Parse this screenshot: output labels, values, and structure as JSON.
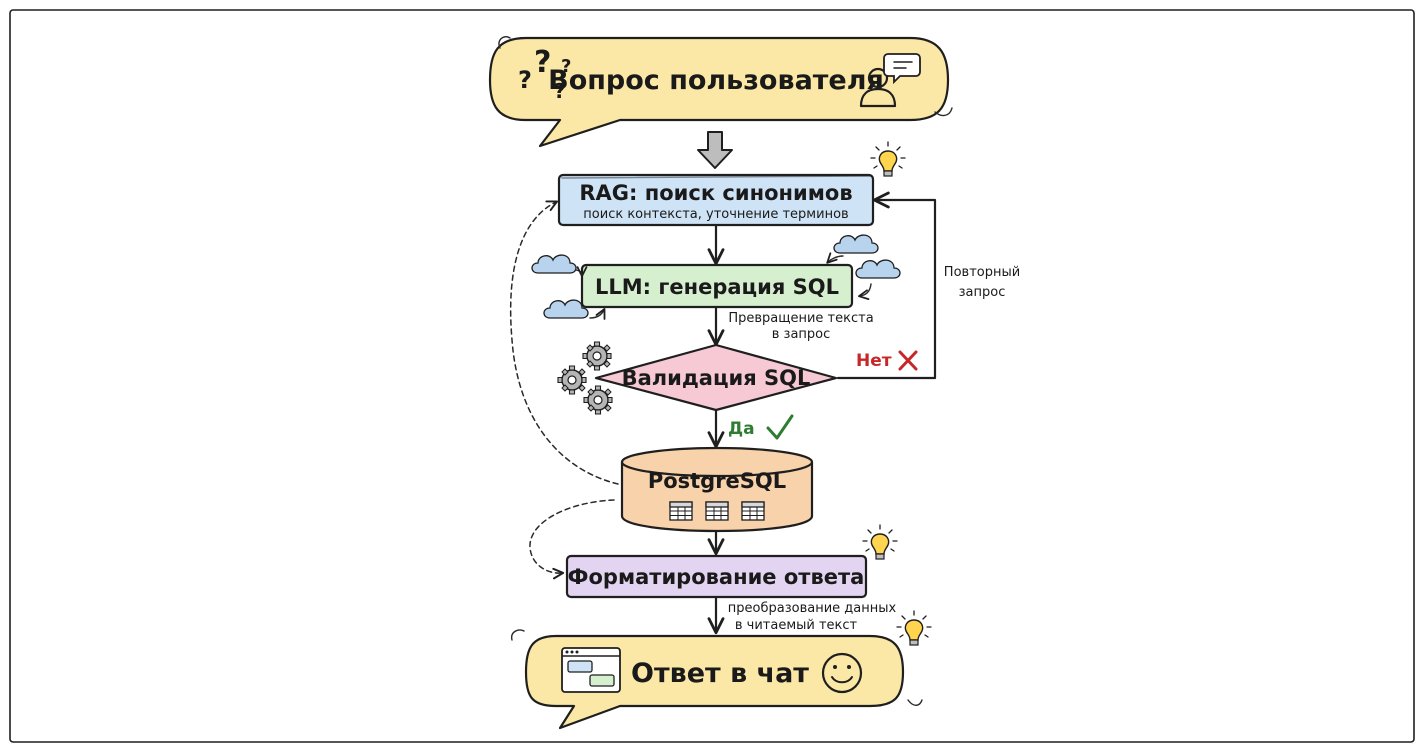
{
  "nodes": {
    "question": {
      "label": "Вопрос пользователя"
    },
    "rag": {
      "label": "RAG: поиск синонимов",
      "sublabel": "поиск контекста, уточнение терминов"
    },
    "llm": {
      "label": "LLM: генерация SQL"
    },
    "validation": {
      "label": "Валидация SQL"
    },
    "database": {
      "label": "PostgreSQL"
    },
    "format": {
      "label": "Форматирование ответа"
    },
    "answer": {
      "label": "Ответ в чат"
    }
  },
  "edge_labels": {
    "llm_to_validation": {
      "line1": "Превращение текста",
      "line2": "в запрос"
    },
    "retry": {
      "line1": "Повторный",
      "line2": "запрос"
    },
    "no": "Нет",
    "yes": "Да",
    "format_to_answer": {
      "line1": "преобразование данных",
      "line2": "в читаемый текст"
    }
  },
  "colors": {
    "question_fill": "#fbe8a6",
    "rag_fill": "#cfe3f7",
    "llm_fill": "#d6efcf",
    "validation_fill": "#f6c9d4",
    "database_fill": "#f8d2ab",
    "format_fill": "#e3d5f2",
    "answer_fill": "#fbe8a6",
    "no_color": "#c62828",
    "yes_color": "#2e7d32"
  },
  "icons": [
    "question-marks-icon",
    "user-speech-icon",
    "lightbulb-icon",
    "cloud-icon",
    "gears-icon",
    "checkmark-icon",
    "cross-icon",
    "table-icon",
    "chat-window-icon",
    "smiley-icon"
  ]
}
